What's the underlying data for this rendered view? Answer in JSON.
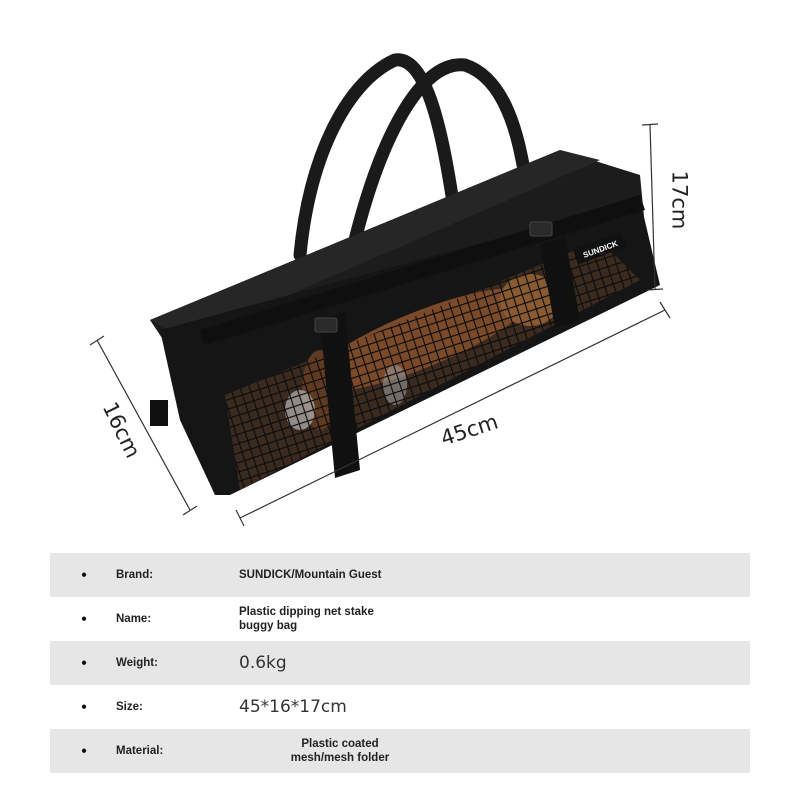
{
  "dimensions": {
    "height": "17cm",
    "length": "45cm",
    "depth": "16cm"
  },
  "bag_label": "SUNDICK",
  "specs": [
    {
      "label": "Brand:",
      "value": "SUNDICK/Mountain Guest"
    },
    {
      "label": "Name:",
      "value_line1": "Plastic dipping net stake",
      "value_line2": "buggy bag"
    },
    {
      "label": "Weight:",
      "value": "0.6kg"
    },
    {
      "label": "Size:",
      "value": "45*16*17cm"
    },
    {
      "label": "Material:",
      "value_line1": "Plastic coated",
      "value_line2": "mesh/mesh folder"
    }
  ],
  "colors": {
    "row_shade": "#e6e6e6",
    "bag": "#141414",
    "mesh_content": "#7a4a2a"
  }
}
